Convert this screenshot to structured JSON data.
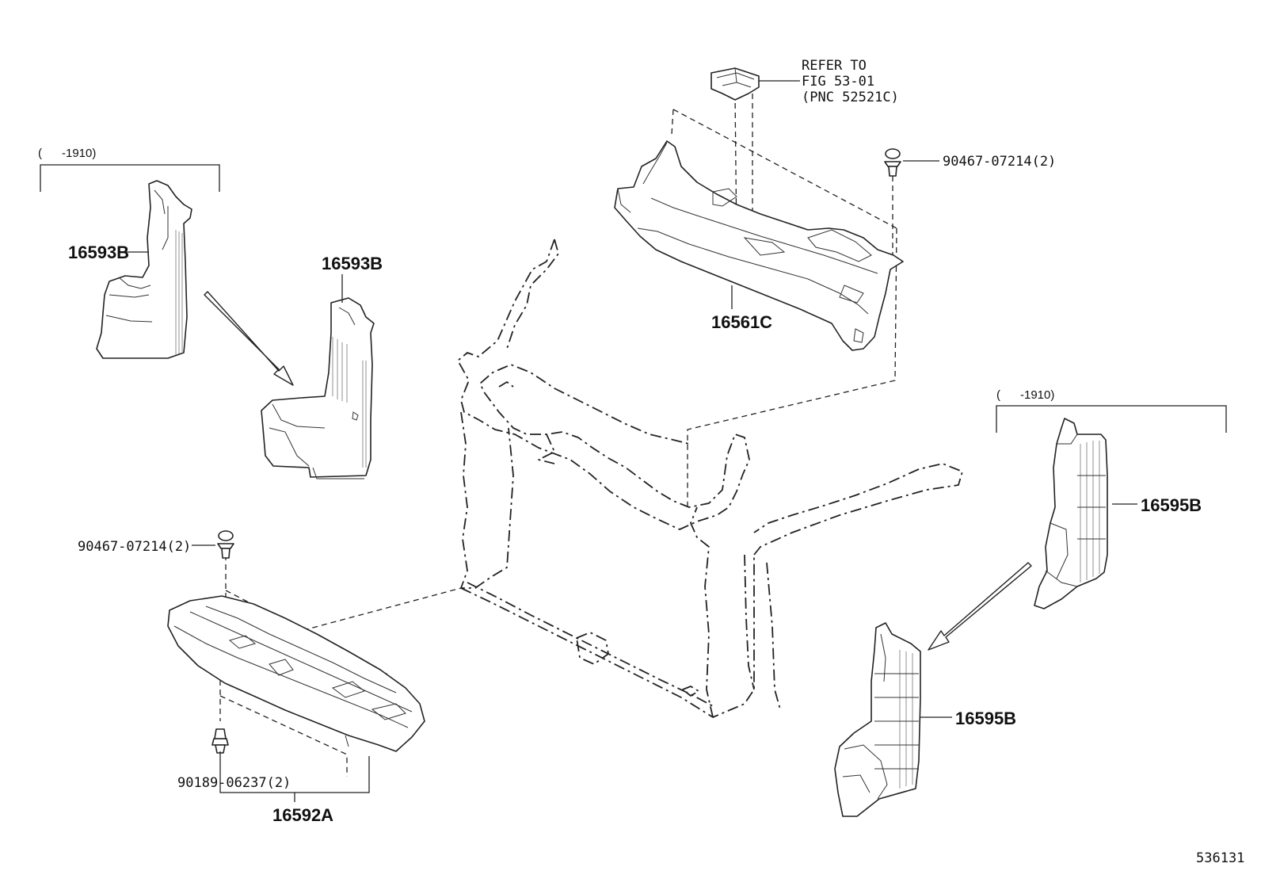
{
  "note": {
    "line1": "REFER TO",
    "line2": "FIG 53-01",
    "line3": "(PNC 52521C)"
  },
  "labels": {
    "clip_top_right": "90467-07214(2)",
    "clip_left": "90467-07214(2)",
    "clip_bottom": "90189-06237(2)",
    "part_16561C": "16561C",
    "part_16593B_upper": "16593B",
    "part_16593B_lower": "16593B",
    "part_16595B_upper": "16595B",
    "part_16595B_lower": "16595B",
    "part_16592A": "16592A"
  },
  "ranges": {
    "left": "(      -1910)",
    "right": "(      -1910)"
  },
  "figure_number": "536131"
}
